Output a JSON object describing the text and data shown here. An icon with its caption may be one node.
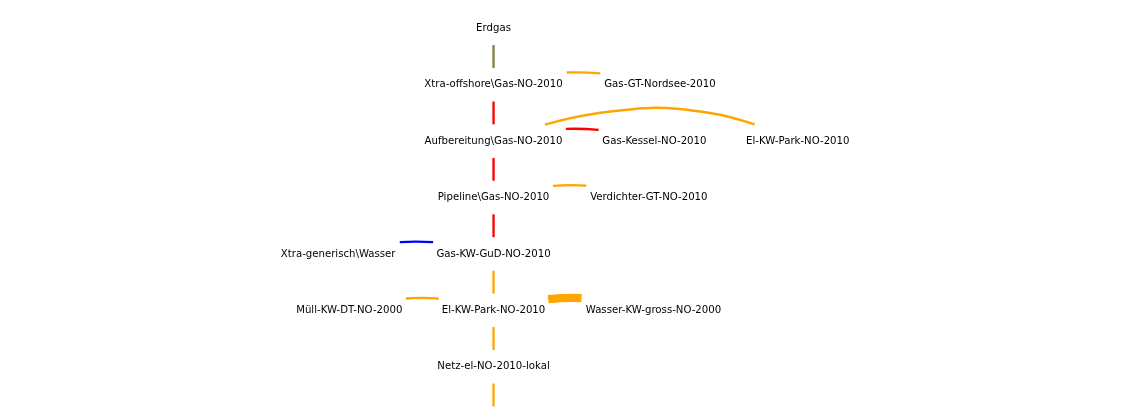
{
  "diagram": {
    "nodes": [
      {
        "text": [
          "Erdgas"
        ]
      },
      {
        "text": [
          "Xtra-offshore\\Gas-NO-2010"
        ]
      },
      {
        "text": [
          "Gas-GT-Nordsee-2010"
        ]
      },
      {
        "text": [
          "Gas-Kessel-NO-2010"
        ]
      },
      {
        "text": [
          "El-KW-Park-NO-2010"
        ]
      },
      {
        "text": [
          "Aufbereitung\\Gas-NO-2010"
        ]
      },
      {
        "text": [
          "Verdichter-GT-NO-2010"
        ]
      },
      {
        "text": [
          "Pipeline\\Gas-NO-2010"
        ]
      },
      {
        "text": [
          "Xtra-generisch\\Wasser"
        ]
      },
      {
        "text": [
          "Gas-KW-GuD-NO-2010"
        ]
      },
      {
        "text": [
          "Müll-KW-DT-NO-2000"
        ]
      },
      {
        "text": [
          "Wasser-KW-gross-NO-2000"
        ]
      },
      {
        "text": [
          "El-KW-Park-NO-2010"
        ]
      },
      {
        "text": [
          "Netz-el-NO-2010-lokal"
        ]
      }
    ],
    "edges": [
      {
        "from": 0,
        "to": 1,
        "arrow": "none",
        "color": "#808040"
      },
      {
        "from": 2,
        "to": 1,
        "arrow": "none"
      },
      {
        "from": 1,
        "to": 5,
        "arrow": "none",
        "color": "#ff0000"
      },
      {
        "from": 3,
        "to": 5,
        "arrow": "none",
        "color": "#ff0000"
      },
      {
        "from": 4,
        "to": 5,
        "arrow": "none"
      },
      {
        "from": 5,
        "to": 7,
        "arrow": "none",
        "color": "#ff0000"
      },
      {
        "from": 6,
        "to": 7,
        "arrow": "none"
      },
      {
        "from": 7,
        "to": 9,
        "arrow": "none",
        "color": "#ff0000"
      },
      {
        "from": 8,
        "to": 9,
        "arrow": "none",
        "color": "#0000ff"
      },
      {
        "from": 9,
        "to": 12,
        "arrow": "none"
      },
      {
        "from": 10,
        "to": 12,
        "arrow": "none"
      },
      {
        "from": 11,
        "to": 12,
        "arrow": "none",
        "style": "thick"
      },
      {
        "from": 12,
        "to": 13,
        "arrow": "none"
      },
      {
        "from": 13,
        "to": null,
        "arrow": "none"
      }
    ]
  }
}
